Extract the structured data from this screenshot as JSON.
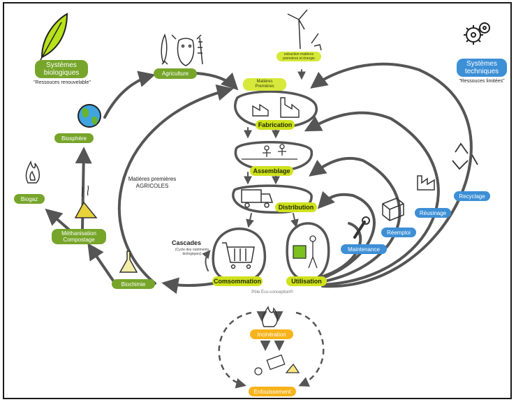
{
  "systems": {
    "bio_title": "Systèmes\nbiologiques",
    "bio_sub": "\"Ressouces renouvelable\"",
    "tech_title": "Systèmes\ntechniques",
    "tech_sub": "\"Ressouces limitées\""
  },
  "nodes": {
    "agriculture": "Agriculture",
    "matieres_premieres": "Matières\nPremières",
    "extraction": "extraction matières\npremières et énergie",
    "fabrication": "Fabrication",
    "assemblage": "Assemblage",
    "distribution": "Distribution",
    "consommation": "Comsommation",
    "utilisation": "Utilisation",
    "biosphere": "Biosphère",
    "biogaz": "Biogaz",
    "methanisation": "Méthanisation\nCompostage",
    "biochimie": "Biochimie",
    "maintenance": "Maintenance",
    "reemploi": "Réemploi",
    "reusinage": "Réusinage",
    "recyclage": "Recyclage",
    "incineration": "Incinération",
    "enfouissement": "Enfouissement"
  },
  "texts": {
    "matieres_agricoles": "Matières premières\nAGRICOLES",
    "cascades": "Cascades",
    "cascades_sub": "(Cycle des nutriments\nbiologiques)",
    "pole": "Pôle Éco-conception®"
  },
  "colors": {
    "bio_green": "#76a52a",
    "process_lime": "#cfe21c",
    "tech_blue": "#3d8fd6",
    "waste_orange": "#f7b31b",
    "stroke": "#555555"
  },
  "icons": [
    "leaf-icon",
    "gears-icon",
    "wind-turbine-icon",
    "animals-icon",
    "earth-icon",
    "flame-icon",
    "compost-icon",
    "flask-icon",
    "factory-icon",
    "people-icon",
    "truck-icon",
    "cart-icon",
    "person-box-icon",
    "wrench-icon",
    "crate-icon",
    "recycle-icon",
    "landfill-icon"
  ]
}
